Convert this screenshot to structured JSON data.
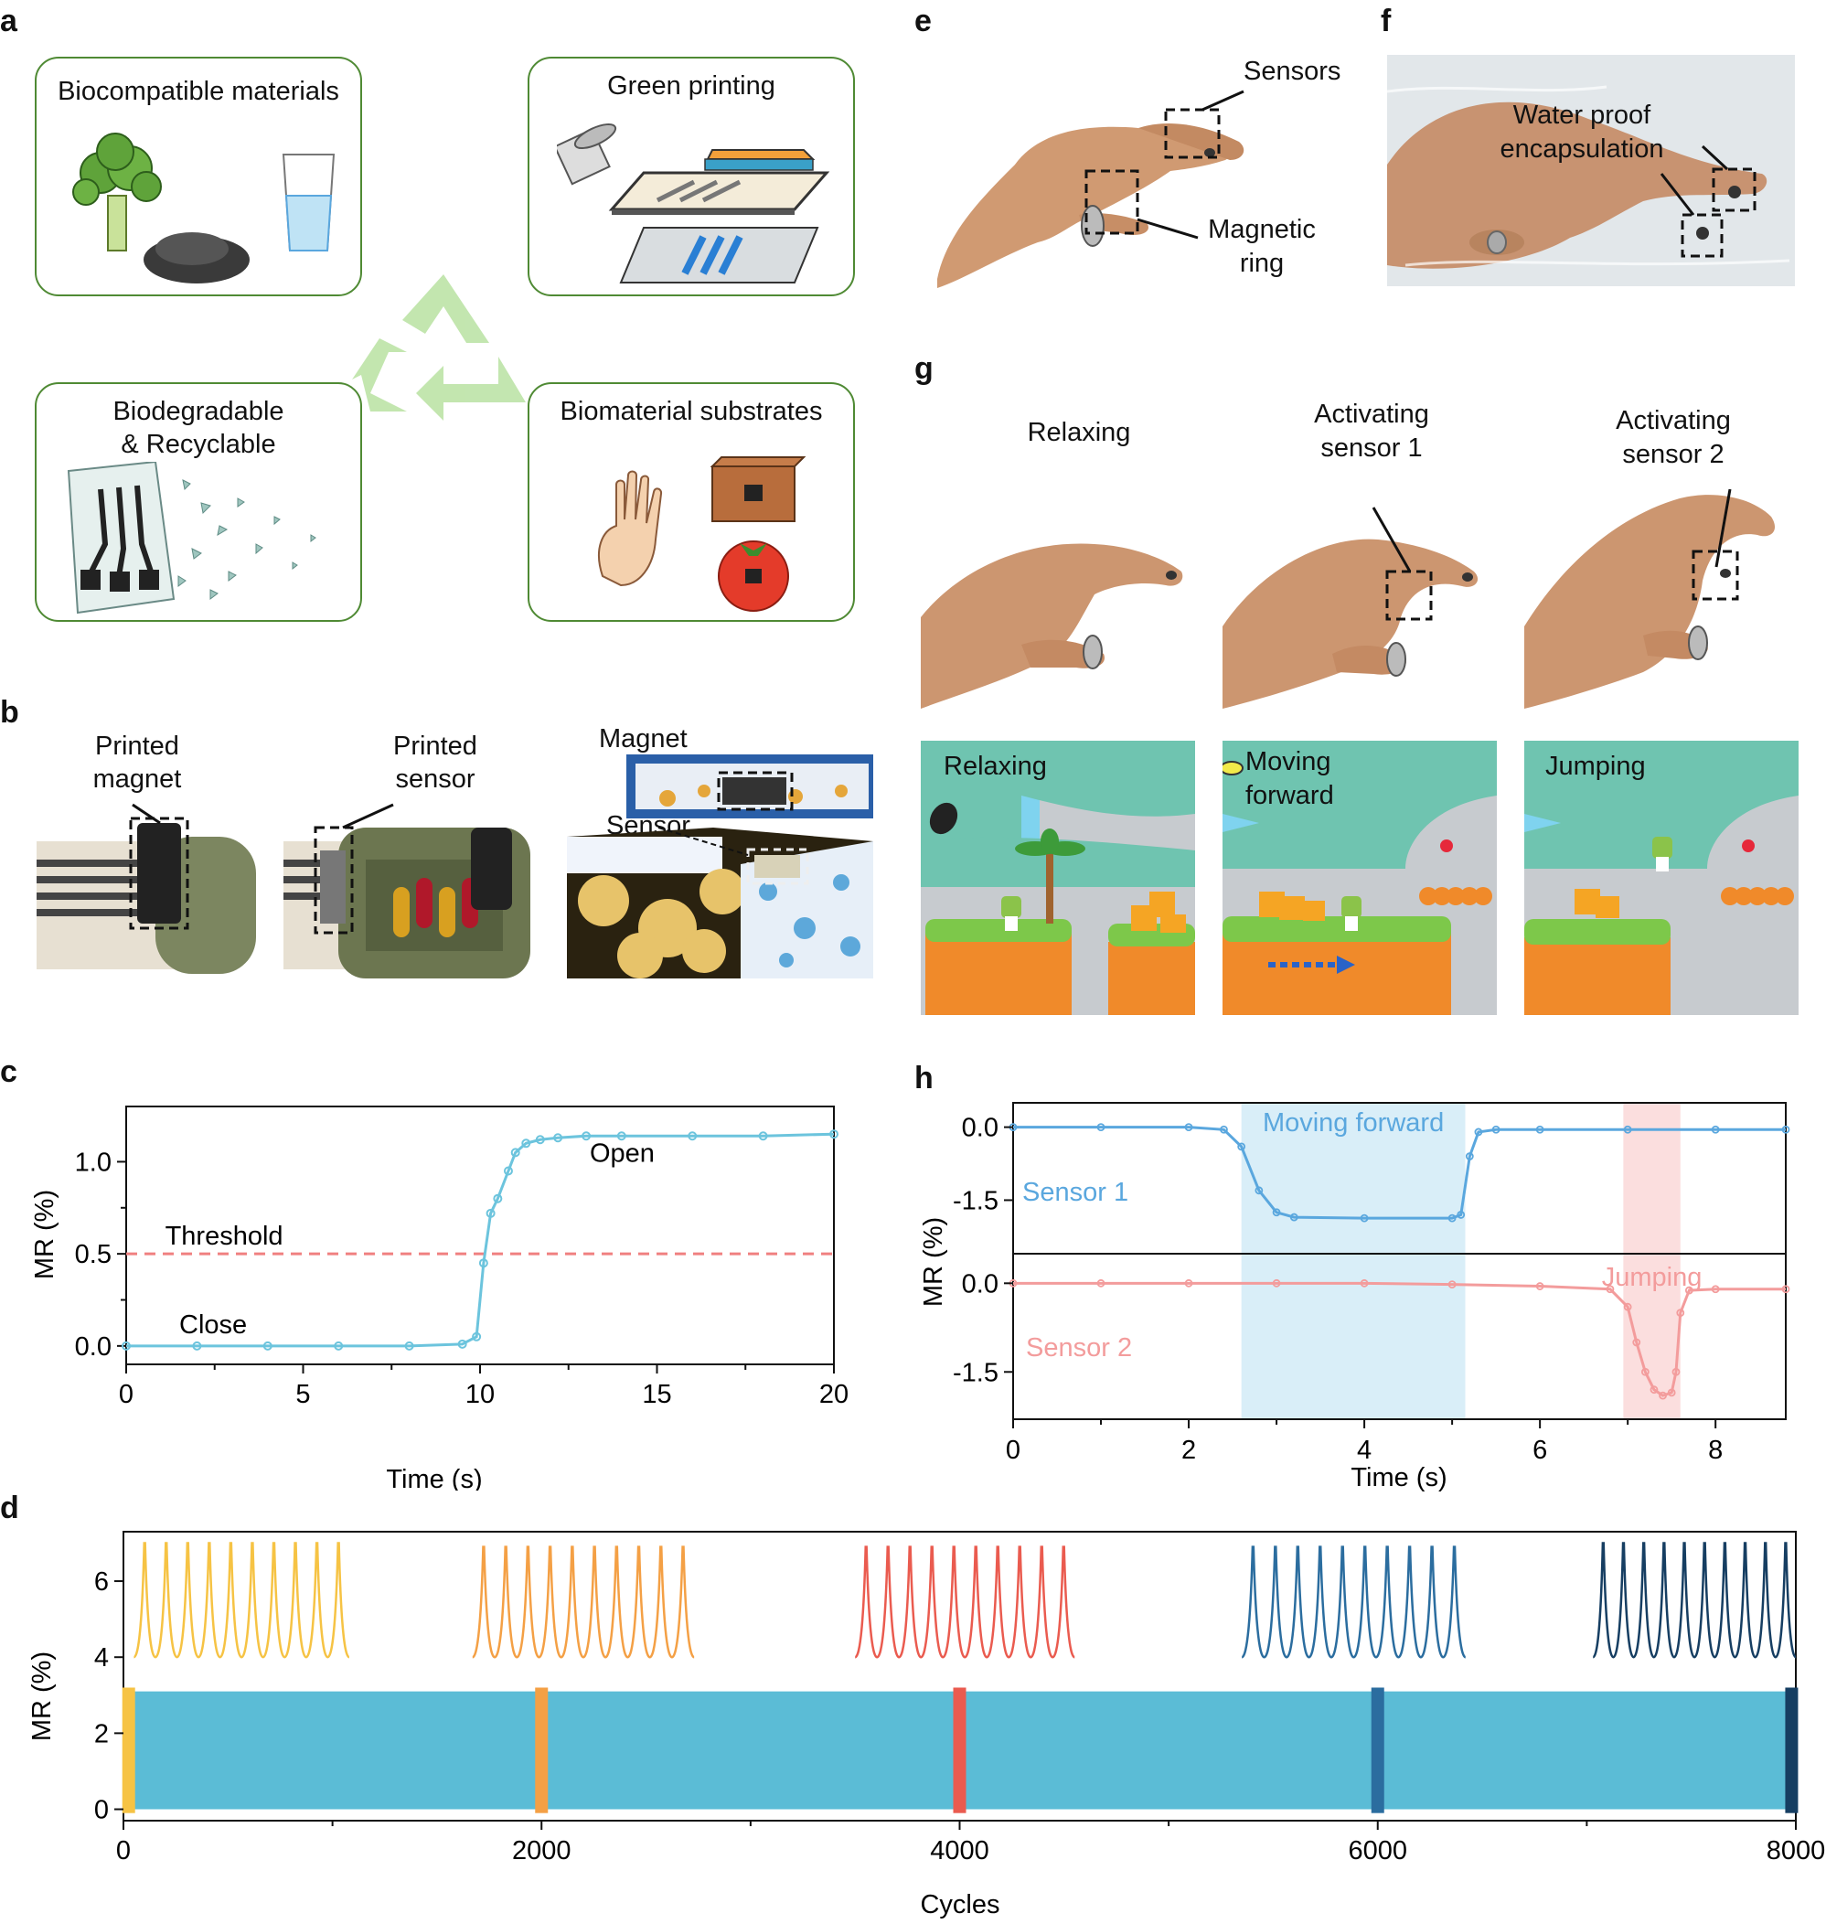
{
  "panels": {
    "a": "a",
    "b": "b",
    "c": "c",
    "d": "d",
    "e": "e",
    "f": "f",
    "g": "g",
    "h": "h"
  },
  "panel_a": {
    "box1_title": "Biocompatible materials",
    "box2_title": "Green printing",
    "box3_title_line1": "Biodegradable",
    "box3_title_line2": "& Recyclable",
    "box4_title": "Biomaterial substrates",
    "center_icon": "recycle-icon"
  },
  "panel_b": {
    "label1_line1": "Printed",
    "label1_line2": "magnet",
    "label2_line1": "Printed",
    "label2_line2": "sensor",
    "label3": "Magnet",
    "label4": "Sensor"
  },
  "panel_e": {
    "label_sensors": "Sensors",
    "label_ring_line1": "Magnetic",
    "label_ring_line2": "ring"
  },
  "panel_f": {
    "label_line1": "Water proof",
    "label_line2": "encapsulation"
  },
  "panel_g": {
    "state1": "Relaxing",
    "state2_line1": "Activating",
    "state2_line2": "sensor 1",
    "state3_line1": "Activating",
    "state3_line2": "sensor 2",
    "game1": "Relaxing",
    "game2_line1": "Moving",
    "game2_line2": "forward",
    "game3": "Jumping"
  },
  "colors": {
    "box_border": "#4f8a34",
    "sensor1": "#5aa7de",
    "sensor2": "#f39c9c",
    "threshold": "#f08080",
    "cycle_fill": "#5bbcd6",
    "c_line": "#6cc4dd"
  },
  "chart_data": [
    {
      "id": "c",
      "type": "line",
      "xlabel": "Time (s)",
      "ylabel": "MR (%)",
      "xlim": [
        0,
        20
      ],
      "ylim": [
        -0.1,
        1.3
      ],
      "xticks": [
        0,
        5,
        10,
        15,
        20
      ],
      "yticks": [
        0.0,
        0.5,
        1.0
      ],
      "ytick_labels": [
        "0.0",
        "0.5",
        "1.0"
      ],
      "x": [
        0,
        2,
        4,
        6,
        8,
        9.5,
        9.9,
        10.1,
        10.3,
        10.5,
        10.8,
        11,
        11.3,
        11.7,
        12.2,
        13,
        14,
        16,
        18,
        20
      ],
      "y": [
        0,
        0,
        0,
        0,
        0,
        0.01,
        0.05,
        0.45,
        0.72,
        0.8,
        0.95,
        1.05,
        1.1,
        1.12,
        1.13,
        1.14,
        1.14,
        1.14,
        1.14,
        1.15
      ],
      "threshold": {
        "value": 0.5,
        "label": "Threshold"
      },
      "annotations": [
        {
          "text": "Open",
          "x": 13.1,
          "y": 1.0
        },
        {
          "text": "Close",
          "x": 1.5,
          "y": 0.07
        },
        {
          "text": "Threshold",
          "x": 1.1,
          "y": 0.55
        }
      ]
    },
    {
      "id": "h",
      "type": "line",
      "xlabel": "Time (s)",
      "ylabel": "MR (%)",
      "xlim": [
        0,
        8.8
      ],
      "xticks": [
        0,
        2,
        4,
        6,
        8
      ],
      "series": [
        {
          "name": "Sensor 1",
          "ylim": [
            -2.6,
            0.5
          ],
          "yticks": [
            0.0,
            -1.5
          ],
          "ytick_labels": [
            "0.0",
            "-1.5"
          ],
          "x": [
            0,
            1,
            2,
            2.4,
            2.6,
            2.8,
            3.0,
            3.2,
            4.0,
            5.0,
            5.1,
            5.2,
            5.3,
            5.5,
            6,
            7,
            8,
            8.8
          ],
          "y": [
            0,
            0,
            0,
            -0.05,
            -0.4,
            -1.3,
            -1.75,
            -1.85,
            -1.87,
            -1.87,
            -1.8,
            -0.6,
            -0.1,
            -0.05,
            -0.05,
            -0.05,
            -0.05,
            -0.05
          ]
        },
        {
          "name": "Sensor 2",
          "ylim": [
            -2.3,
            0.5
          ],
          "yticks": [
            0.0,
            -1.5
          ],
          "ytick_labels": [
            "0.0",
            "-1.5"
          ],
          "x": [
            0,
            1,
            2,
            3,
            4,
            5,
            6,
            6.8,
            7.0,
            7.1,
            7.2,
            7.3,
            7.4,
            7.5,
            7.55,
            7.6,
            7.7,
            8,
            8.8
          ],
          "y": [
            0,
            0,
            0,
            0,
            0,
            -0.02,
            -0.05,
            -0.1,
            -0.4,
            -1.0,
            -1.5,
            -1.8,
            -1.9,
            -1.85,
            -1.5,
            -0.5,
            -0.12,
            -0.1,
            -0.1
          ]
        }
      ],
      "regions": [
        {
          "label": "Moving forward",
          "x0": 2.6,
          "x1": 5.15
        },
        {
          "label": "Jumping",
          "x0": 6.95,
          "x1": 7.6
        }
      ]
    },
    {
      "id": "d",
      "type": "area",
      "xlabel": "Cycles",
      "ylabel": "MR (%)",
      "xlim": [
        0,
        8000
      ],
      "ylim": [
        -0.3,
        7.3
      ],
      "xticks": [
        0,
        2000,
        4000,
        6000,
        8000
      ],
      "yticks": [
        0,
        2,
        4,
        6
      ],
      "band": {
        "min": 0,
        "max": 3.1
      },
      "highlights": [
        {
          "x": 25,
          "color": "#f6c344"
        },
        {
          "x": 2000,
          "color": "#f4a045"
        },
        {
          "x": 4000,
          "color": "#ea5b4f"
        },
        {
          "x": 6000,
          "color": "#2b6d9f"
        },
        {
          "x": 7980,
          "color": "#163e62"
        }
      ],
      "insets": [
        {
          "x0": 50,
          "x1": 1080,
          "color": "#f6c344",
          "peaks": 10,
          "base": 4.0,
          "top": 7.0
        },
        {
          "x0": 1670,
          "x1": 2730,
          "color": "#f4a045",
          "peaks": 10,
          "base": 4.0,
          "top": 6.9
        },
        {
          "x0": 3500,
          "x1": 4550,
          "color": "#ea5b4f",
          "peaks": 10,
          "base": 4.0,
          "top": 6.9
        },
        {
          "x0": 5350,
          "x1": 6420,
          "color": "#2b6d9f",
          "peaks": 10,
          "base": 4.0,
          "top": 6.9
        },
        {
          "x0": 7030,
          "x1": 8000,
          "color": "#163e62",
          "peaks": 10,
          "base": 4.0,
          "top": 7.0
        }
      ]
    }
  ]
}
